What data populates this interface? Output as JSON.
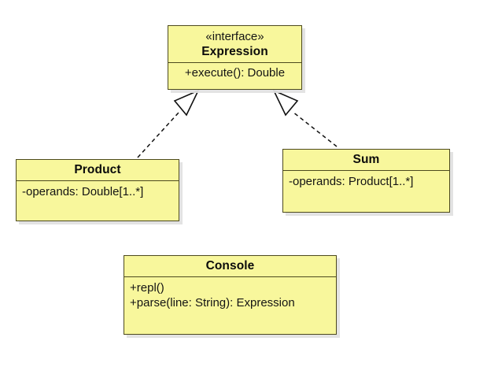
{
  "diagram": {
    "type": "uml-class-diagram",
    "background_color": "#ffffff",
    "class_fill_color": "#f8f79c",
    "class_border_color": "#4d4a1e",
    "shadow_color": "#e1e1e1",
    "classes": [
      {
        "id": "expression",
        "stereotype": "«interface»",
        "name": "Expression",
        "attributes": [],
        "operations": [
          "+execute(): Double"
        ]
      },
      {
        "id": "product",
        "stereotype": "",
        "name": "Product",
        "attributes": [
          "-operands: Double[1..*]"
        ],
        "operations": []
      },
      {
        "id": "sum",
        "stereotype": "",
        "name": "Sum",
        "attributes": [
          "-operands: Product[1..*]"
        ],
        "operations": []
      },
      {
        "id": "console",
        "stereotype": "",
        "name": "Console",
        "attributes": [],
        "operations": [
          "+repl()",
          "+parse(line: String): Expression"
        ]
      }
    ],
    "relationships": [
      {
        "type": "realization",
        "style": "dashed-line-hollow-triangle",
        "source": "Product",
        "target": "Expression"
      },
      {
        "type": "realization",
        "style": "dashed-line-hollow-triangle",
        "source": "Sum",
        "target": "Expression"
      }
    ]
  }
}
